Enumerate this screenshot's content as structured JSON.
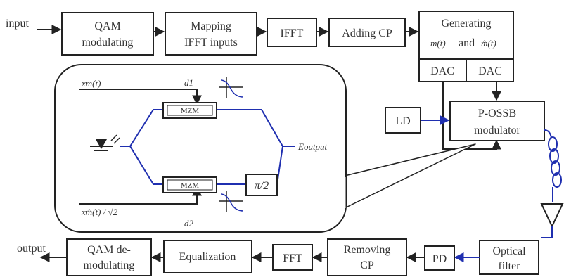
{
  "io": {
    "input": "input",
    "output": "output"
  },
  "blocks": {
    "qam_mod": [
      "QAM",
      "modulating"
    ],
    "mapping": [
      "Mapping",
      "IFFT inputs"
    ],
    "ifft": "IFFT",
    "adding_cp": "Adding CP",
    "generating": [
      "Generating",
      "m(t)",
      "and",
      "m̂(t)"
    ],
    "dac1": "DAC",
    "dac2": "DAC",
    "ld": "LD",
    "posssb": [
      "P-OSSB",
      "modulator"
    ],
    "optical_filter": [
      "Optical",
      "filter"
    ],
    "pd": "PD",
    "removing_cp": [
      "Removing",
      "CP"
    ],
    "fft": "FFT",
    "equalization": "Equalization",
    "qam_demod": [
      "QAM de-",
      "modulating"
    ]
  },
  "inset": {
    "xm": "xm(t)",
    "xmh": "xm̂(t) / √2",
    "d1": "d1",
    "d2": "d2",
    "mzm1": "MZM",
    "mzm2": "MZM",
    "phase": "π/2",
    "eout": "Eoutput"
  },
  "colors": {
    "ink": "#222222",
    "optical": "#1f2fb0",
    "text": "#333333"
  }
}
